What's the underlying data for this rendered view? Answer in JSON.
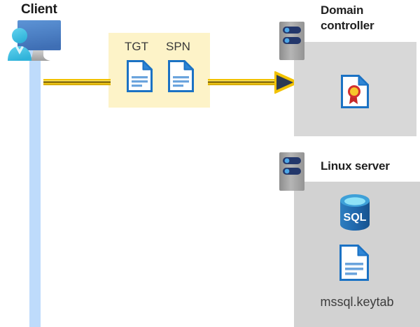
{
  "diagram": {
    "title_client": "Client",
    "colors": {
      "arrow_gold": "#f2c200",
      "arrow_core_dark": "#6b5200",
      "arrowhead_fill": "#2b3a55",
      "highlight_yellow": "#fdf3c8",
      "lifeline_blue": "#bedbfb",
      "panel_gray_dc": "#d8d8d8",
      "panel_gray_linux": "#d2d2d2",
      "server_gray": "#a3a3a3",
      "server_led_navy": "#23376b",
      "server_led_dot": "#4ea8e8",
      "doc_border_blue": "#1b72c4",
      "doc_line_blue": "#6ba4dd",
      "sql_blue": "#1f6fb5",
      "sql_top_cyan": "#57c5ec",
      "cert_ribbon_red": "#c62828",
      "cert_seal_gold": "#f6c62b",
      "person_cyan": "#3bbde0",
      "monitor_blue": "#4a7fc4",
      "text_dark": "#1f1f1f",
      "text_gray": "#3d3d3d"
    },
    "client": {
      "label": "Client",
      "icon": "user-at-monitor-icon",
      "lifeline": "client-lifeline"
    },
    "message": {
      "highlight_box": "kerberos-ticket-highlight",
      "documents": [
        {
          "label": "TGT",
          "icon": "document-icon"
        },
        {
          "label": "SPN",
          "icon": "document-icon"
        }
      ],
      "arrow": "request-arrow-to-domain-controller"
    },
    "domain_controller": {
      "title": "Domain\ncontroller",
      "title_line1": "Domain",
      "title_line2": "controller",
      "server_icon": "server-rack-icon",
      "contents": [
        {
          "icon": "certificate-document-icon",
          "label": ""
        }
      ]
    },
    "linux_server": {
      "title": "Linux server",
      "server_icon": "server-rack-icon",
      "contents": [
        {
          "icon": "sql-database-icon",
          "label": "SQL"
        },
        {
          "icon": "document-icon",
          "label": "mssql.keytab"
        }
      ],
      "file_label": "mssql.keytab",
      "sql_label": "SQL"
    }
  }
}
